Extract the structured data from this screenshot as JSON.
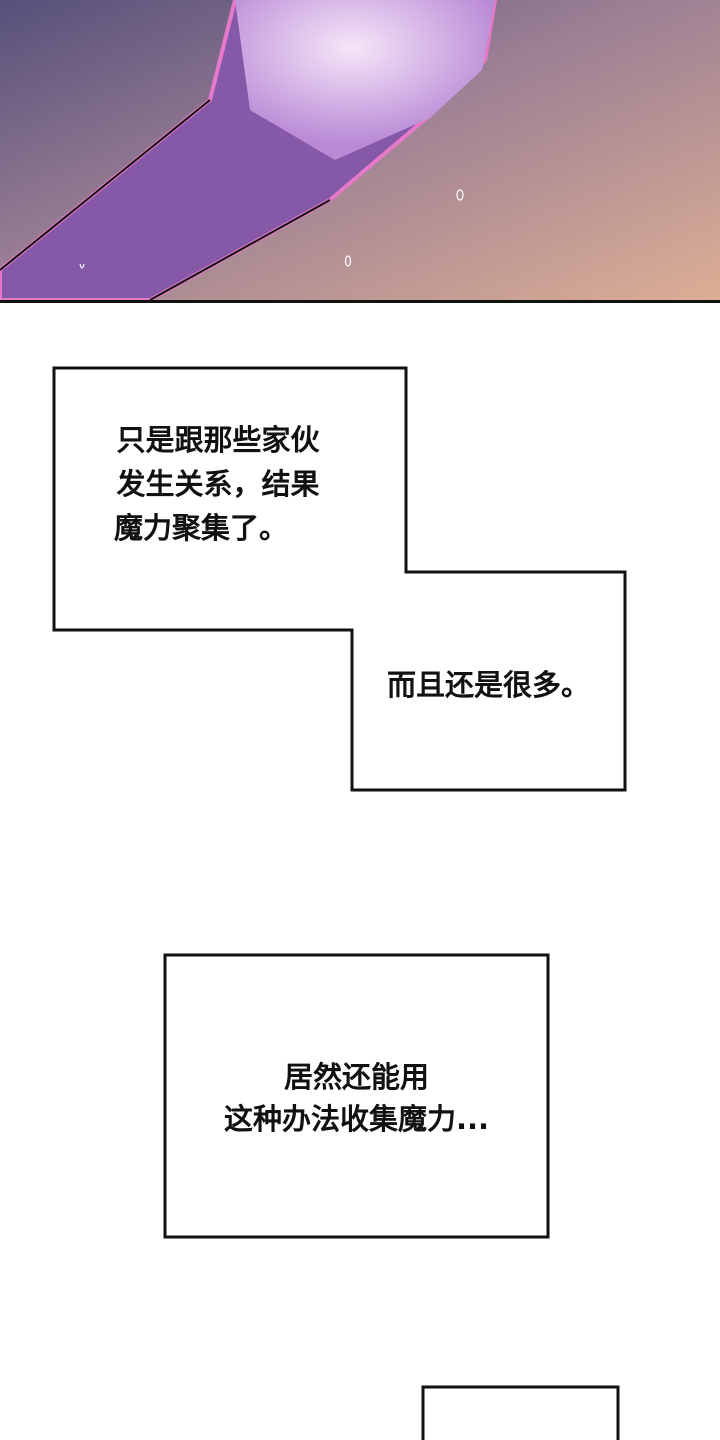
{
  "panel": {
    "colors": {
      "bg_left": "#5d5678",
      "bg_right": "#d4a98f",
      "arm": "#8a5aa8",
      "hand": "#e9c6ee",
      "outline": "#d76fc0"
    }
  },
  "bubbles": [
    {
      "lines": [
        "只是跟那些家伙",
        "发生关系，结果",
        "魔力聚集了。"
      ]
    },
    {
      "lines": [
        "而且还是很多。"
      ]
    },
    {
      "lines": [
        "居然还能用",
        "这种办法收集魔力..."
      ]
    }
  ]
}
